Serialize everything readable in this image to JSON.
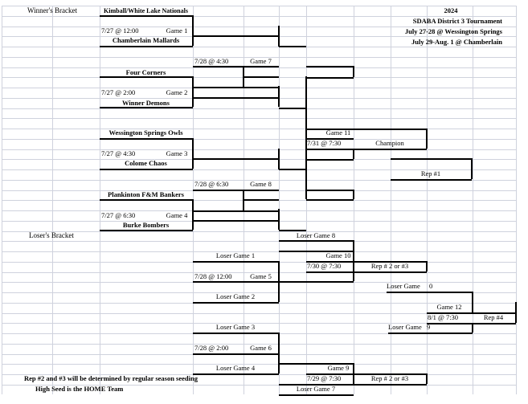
{
  "header": {
    "left": "Winner's Bracket",
    "year": "2024",
    "title": "SDABA District 3 Tournament",
    "dates1": "July 27-28 @ Wessington Springs",
    "dates2": "July 29-Aug. 1  @ Chamberlain"
  },
  "teams": {
    "t1": "Kimball/White Lake Nationals",
    "t2": "Chamberlain Mallards",
    "t3": "Four Corners",
    "t4": "Winner Demons",
    "t5": "Wessington Springs Owls",
    "t6": "Colome Chaos",
    "t7": "Plankinton F&M Bankers",
    "t8": "Burke Bombers"
  },
  "games": {
    "g1_time": "7/27 @ 12:00",
    "g1": "Game 1",
    "g2_time": "7/27 @ 2:00",
    "g2": "Game 2",
    "g3_time": "7/27 @ 4:30",
    "g3": "Game 3",
    "g4_time": "7/27 @ 6:30",
    "g4": "Game 4",
    "g7_time": "7/28 @ 4:30",
    "g7": "Game 7",
    "g8_time": "7/28 @ 6:30",
    "g8": "Game 8",
    "g11": "Game 11",
    "g11_time": "7/31 @ 7:30",
    "champion": "Champion",
    "rep1": "Rep #1",
    "g5_time": "7/28 @ 12:00",
    "g5": "Game 5",
    "g6_time": "7/28 @ 2:00",
    "g6": "Game 6",
    "g10": "Game 10",
    "g10_time": "7/30 @ 7:30",
    "g9": "Game 9",
    "g9_time": "7/29 @ 7:30",
    "rep23a": "Rep # 2 or #3",
    "rep23b": "Rep # 2 or #3",
    "g12": "Game 12",
    "g12_time": "8/1 @ 7:30",
    "rep4": "Rep #4"
  },
  "losers": {
    "title": "Loser's Bracket",
    "lg1": "Loser Game 1",
    "lg2": "Loser Game 2",
    "lg3": "Loser Game 3",
    "lg4": "Loser Game 4",
    "lg7": "Loser Game 7",
    "lg8": "Loser Game 8",
    "lg0": "Loser Game",
    "lg0_num": "0",
    "lg9": "Loser Game",
    "lg9_num": "9"
  },
  "notes": {
    "n1": "Rep #2 and #3 will be determined by regular season seeding",
    "n2": "High Seed is the HOME Team"
  }
}
